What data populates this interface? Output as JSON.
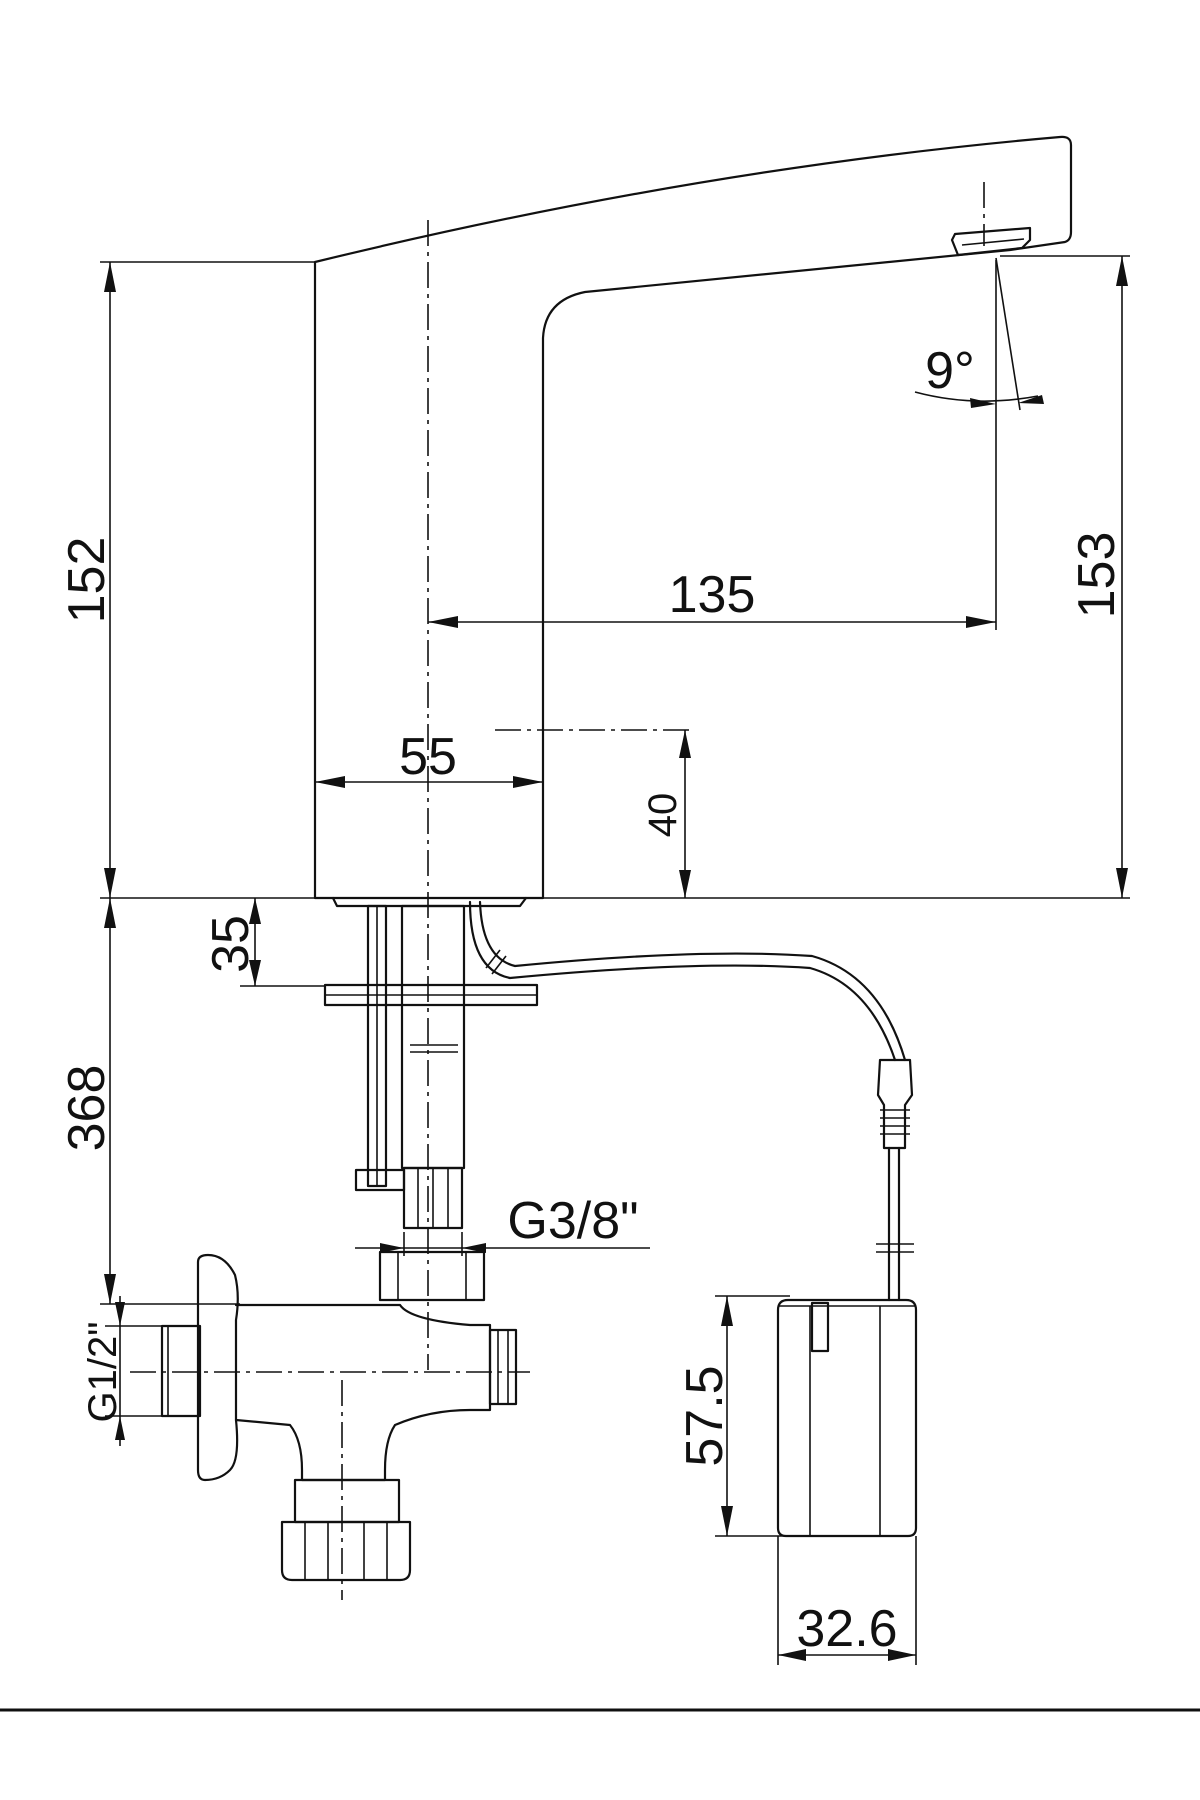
{
  "dimensions": {
    "height_left": "152",
    "height_right": "153",
    "reach": "135",
    "base_width": "55",
    "aerator_offset": "40",
    "deck_thickness": "35",
    "below_deck": "368",
    "spout_angle": "9°",
    "inlet_thread": "G3/8\"",
    "outlet_thread": "G1/2\"",
    "box_height": "57.5",
    "box_width": "32.6"
  },
  "colors": {
    "line": "#111111",
    "background": "#ffffff"
  }
}
